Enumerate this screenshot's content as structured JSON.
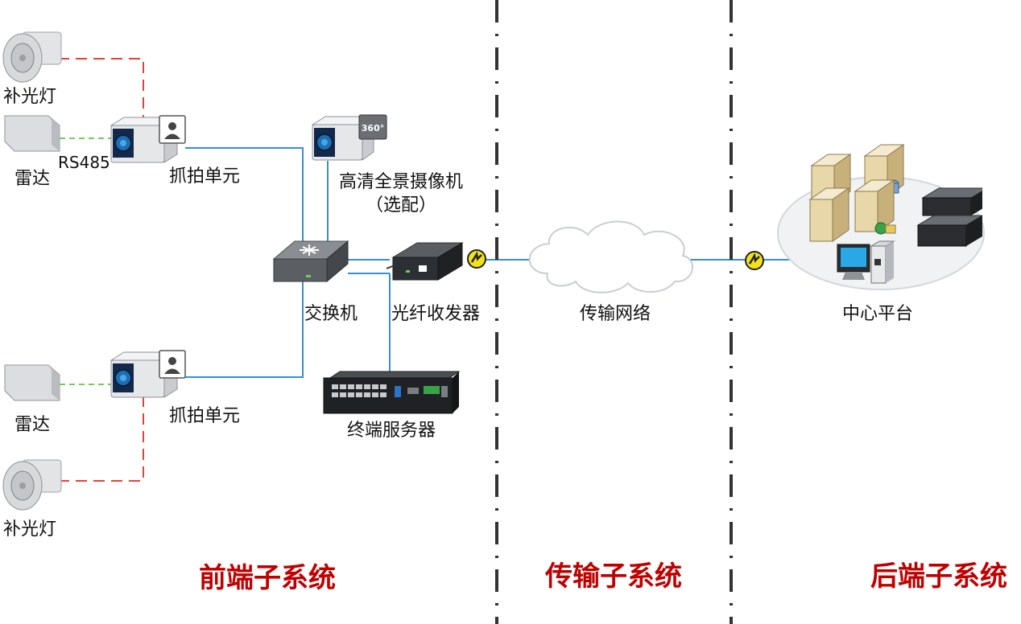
{
  "labels": {
    "fill_light_top": "补光灯",
    "radar_top": "雷达",
    "rs485": "RS485",
    "capture_unit_top": "抓拍单元",
    "hd_camera_line1": "高清全景摄像机",
    "hd_camera_line2": "（选配）",
    "switch": "交换机",
    "fiber_transceiver": "光纤收发器",
    "terminal_server": "终端服务器",
    "radar_bottom": "雷达",
    "capture_unit_bottom": "抓拍单元",
    "fill_light_bottom": "补光灯",
    "transmission_network": "传输网络",
    "center_platform": "中心平台",
    "camera_badge": "360°"
  },
  "sections": {
    "front": "前端子系统",
    "transmission": "传输子系统",
    "back": "后端子系统"
  },
  "colors": {
    "section_title": "#c00000",
    "network_line": "#3a8fd0",
    "power_line": "#e8403a",
    "rs485_line": "#6fcf5a",
    "divider": "#333333"
  }
}
